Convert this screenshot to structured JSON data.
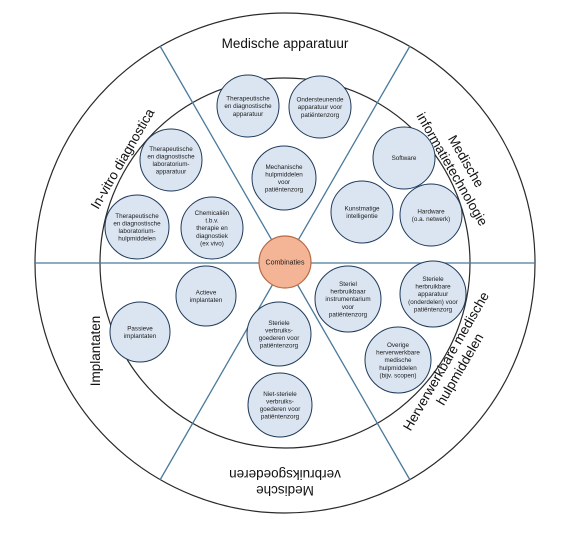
{
  "segments": {
    "top": [
      "Medische apparatuur"
    ],
    "upper_right": [
      "Medische",
      "informatietechnologie"
    ],
    "lower_right": [
      "Herverwerkbare medische",
      "hulpmiddelen"
    ],
    "bottom": [
      "Medische",
      "verbruiksgoederen"
    ],
    "lower_left": [
      "Implantaten"
    ],
    "upper_left": [
      "In-vitro diagnostica"
    ]
  },
  "center": {
    "label": "Combinaties"
  },
  "bubbles": [
    {
      "id": "therapeutische-diagnostische-apparatuur",
      "lines": [
        "Therapeutische",
        "en diagnostische",
        "apparatuur"
      ]
    },
    {
      "id": "ondersteunende-apparatuur",
      "lines": [
        "Ondersteunende",
        "apparatuur voor",
        "patiëntenzorg"
      ]
    },
    {
      "id": "mechanische-hulpmiddelen",
      "lines": [
        "Mechanische",
        "hulpmiddelen",
        "voor",
        "patiëntenzorg"
      ]
    },
    {
      "id": "software",
      "lines": [
        "Software"
      ]
    },
    {
      "id": "kunstmatige-intelligentie",
      "lines": [
        "Kunstmatige",
        "intelligentie"
      ]
    },
    {
      "id": "hardware",
      "lines": [
        "Hardware",
        "(o.a. netwerk)"
      ]
    },
    {
      "id": "steriel-herbruikbaar-instrumentarium",
      "lines": [
        "Steriel",
        "herbruikbaar",
        "instrumentarium",
        "voor",
        "patiëntenzorg"
      ]
    },
    {
      "id": "steriele-herbruikbare-apparatuur",
      "lines": [
        "Steriele",
        "herbruikbare",
        "apparatuur",
        "(onderdelen) voor",
        "patiëntenzorg"
      ]
    },
    {
      "id": "overige-herverwerkbare",
      "lines": [
        "Overige",
        "herverwerkbare",
        "medische",
        "hulpmiddelen",
        "(bijv. scopen)"
      ]
    },
    {
      "id": "steriele-verbruiksgoederen",
      "lines": [
        "Steriele",
        "verbruiks-",
        "goederen voor",
        "patiëntenzorg"
      ]
    },
    {
      "id": "niet-steriele-verbruiksgoederen",
      "lines": [
        "Niet-steriele",
        "verbruiks-",
        "goederen voor",
        "patiëntenzorg"
      ]
    },
    {
      "id": "actieve-implantaten",
      "lines": [
        "Actieve",
        "implantaten"
      ]
    },
    {
      "id": "passieve-implantaten",
      "lines": [
        "Passieve",
        "implantaten"
      ]
    },
    {
      "id": "therapeutische-laboratorium-apparatuur",
      "lines": [
        "Therapeutische",
        "en diagnostische",
        "laboratorium-",
        "apparatuur"
      ]
    },
    {
      "id": "chemicalien",
      "lines": [
        "Chemicaliën",
        "t.b.v.",
        "therapie en",
        "diagnostiek",
        "(ex vivo)"
      ]
    },
    {
      "id": "therapeutische-laboratorium-hulpmiddelen",
      "lines": [
        "Therapeutische",
        "en diagnostische",
        "laboratorium-",
        "hulpmiddelen"
      ]
    }
  ],
  "colors": {
    "bubble_fill": "#dbe5f1",
    "bubble_stroke": "#1f3a5a",
    "center_fill": "#f4b596",
    "center_stroke": "#b86a44",
    "ring_stroke": "#2a2a2a",
    "spoke_stroke": "#4a7a9c"
  }
}
